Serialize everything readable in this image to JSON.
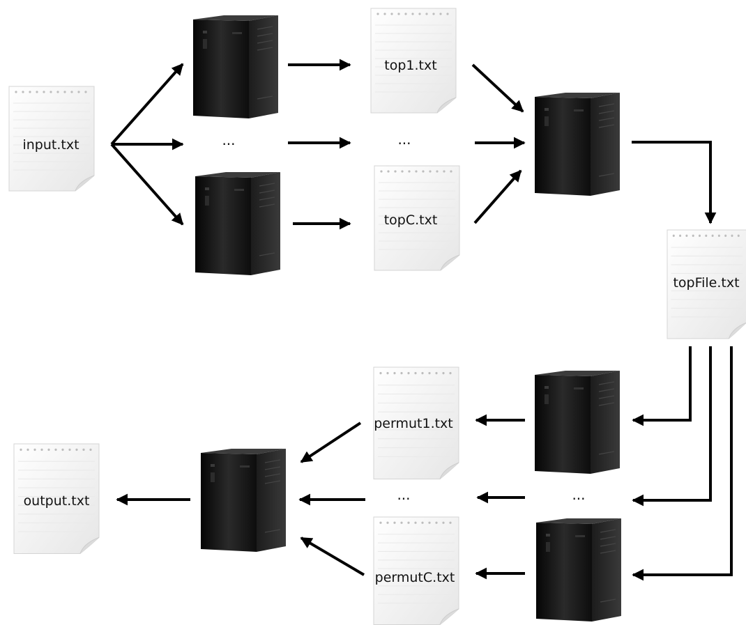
{
  "colors": {
    "arrow": "#000000",
    "server_body": "#141414",
    "paper": "#f4f4f4",
    "text": "#111111"
  },
  "documents": {
    "input": "input.txt",
    "top1": "top1.txt",
    "topC": "topC.txt",
    "top_ellipsis": "...",
    "topFile": "topFile.txt",
    "permut1": "permut1.txt",
    "permutC": "permutC.txt",
    "permut_ellipsis": "...",
    "output": "output.txt"
  },
  "ellipsis": {
    "map_servers": "...",
    "reduce_servers": "..."
  },
  "icons": {
    "document": "document-icon",
    "server": "server-tower-icon"
  }
}
